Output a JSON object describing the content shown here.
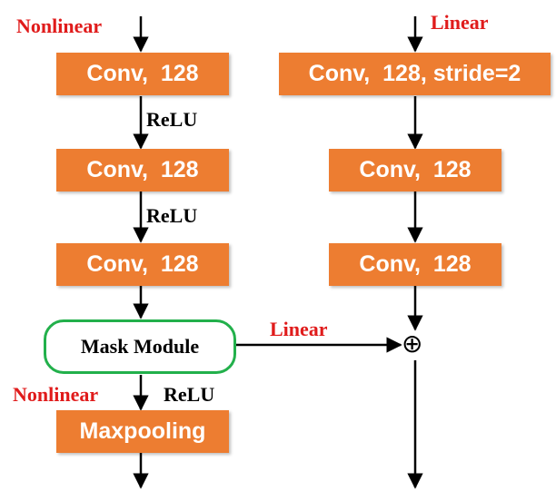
{
  "colors": {
    "block_fill": "#ed7d31",
    "mask_border": "#22b04b",
    "label_red": "#e01b1b",
    "arrow": "#000000"
  },
  "left_branch": {
    "input_label": "Nonlinear",
    "conv1": "Conv,  128",
    "relu1": "ReLU",
    "conv2": "Conv,  128",
    "relu2": "ReLU",
    "conv3": "Conv,  128",
    "mask_module": "Mask Module",
    "nonlinear_label": "Nonlinear",
    "relu3": "ReLU",
    "maxpool": "Maxpooling"
  },
  "right_branch": {
    "input_label": "Linear",
    "conv1": "Conv,  128, stride=2",
    "conv2": "Conv,  128",
    "conv3": "Conv,  128",
    "merge_symbol": "⊕"
  },
  "connection": {
    "label": "Linear"
  }
}
